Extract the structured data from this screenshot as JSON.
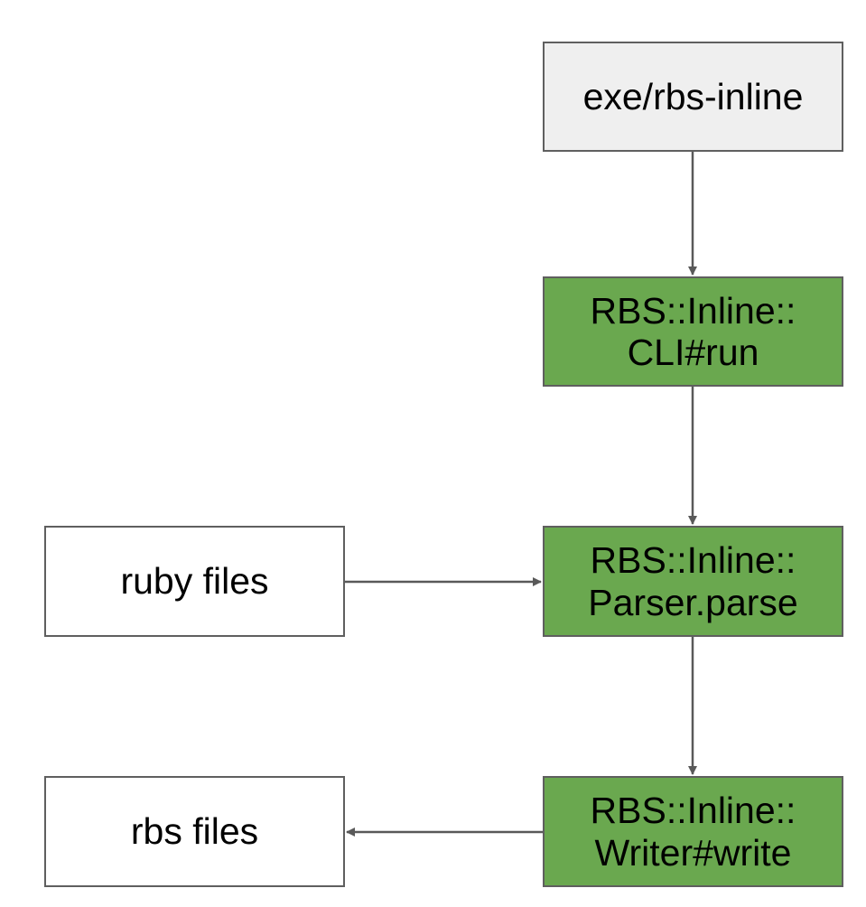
{
  "colors": {
    "border": "#5f5f5f",
    "arrow": "#595959",
    "entry_fill": "#efefef",
    "process_fill": "#6aa84f",
    "file_fill": "#ffffff"
  },
  "nodes": {
    "exe": {
      "line1": "exe/rbs-inline"
    },
    "cli": {
      "line1": "RBS::Inline::",
      "line2": "CLI#run"
    },
    "parser": {
      "line1": "RBS::Inline::",
      "line2": "Parser.parse"
    },
    "writer": {
      "line1": "RBS::Inline::",
      "line2": "Writer#write"
    },
    "ruby": {
      "line1": "ruby files"
    },
    "rbs": {
      "line1": "rbs files"
    }
  },
  "edges": [
    {
      "from": "exe",
      "to": "cli"
    },
    {
      "from": "cli",
      "to": "parser"
    },
    {
      "from": "parser",
      "to": "writer"
    },
    {
      "from": "ruby",
      "to": "parser"
    },
    {
      "from": "writer",
      "to": "rbs"
    }
  ]
}
